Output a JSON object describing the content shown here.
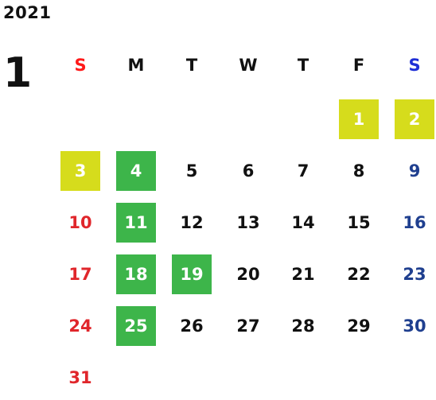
{
  "year": "2021",
  "month": "1",
  "colors": {
    "sunday": "#e0262b",
    "sunday_header": "#ff1a1a",
    "saturday": "#1f3f8f",
    "saturday_header": "#1f2fd6",
    "holiday_yellow": "#d6dc1c",
    "holiday_green": "#3db54a"
  },
  "weekdays": [
    "S",
    "M",
    "T",
    "W",
    "T",
    "F",
    "S"
  ],
  "weeks": [
    [
      null,
      null,
      null,
      null,
      null,
      {
        "d": "1",
        "hl": "yellow"
      },
      {
        "d": "2",
        "hl": "yellow"
      }
    ],
    [
      {
        "d": "3",
        "hl": "yellow"
      },
      {
        "d": "4",
        "hl": "green"
      },
      {
        "d": "5"
      },
      {
        "d": "6"
      },
      {
        "d": "7"
      },
      {
        "d": "8"
      },
      {
        "d": "9"
      }
    ],
    [
      {
        "d": "10"
      },
      {
        "d": "11",
        "hl": "green"
      },
      {
        "d": "12"
      },
      {
        "d": "13"
      },
      {
        "d": "14"
      },
      {
        "d": "15"
      },
      {
        "d": "16"
      }
    ],
    [
      {
        "d": "17"
      },
      {
        "d": "18",
        "hl": "green"
      },
      {
        "d": "19",
        "hl": "green"
      },
      {
        "d": "20"
      },
      {
        "d": "21"
      },
      {
        "d": "22"
      },
      {
        "d": "23"
      }
    ],
    [
      {
        "d": "24"
      },
      {
        "d": "25",
        "hl": "green"
      },
      {
        "d": "26"
      },
      {
        "d": "27"
      },
      {
        "d": "28"
      },
      {
        "d": "29"
      },
      {
        "d": "30"
      }
    ],
    [
      {
        "d": "31"
      },
      null,
      null,
      null,
      null,
      null,
      null
    ]
  ]
}
